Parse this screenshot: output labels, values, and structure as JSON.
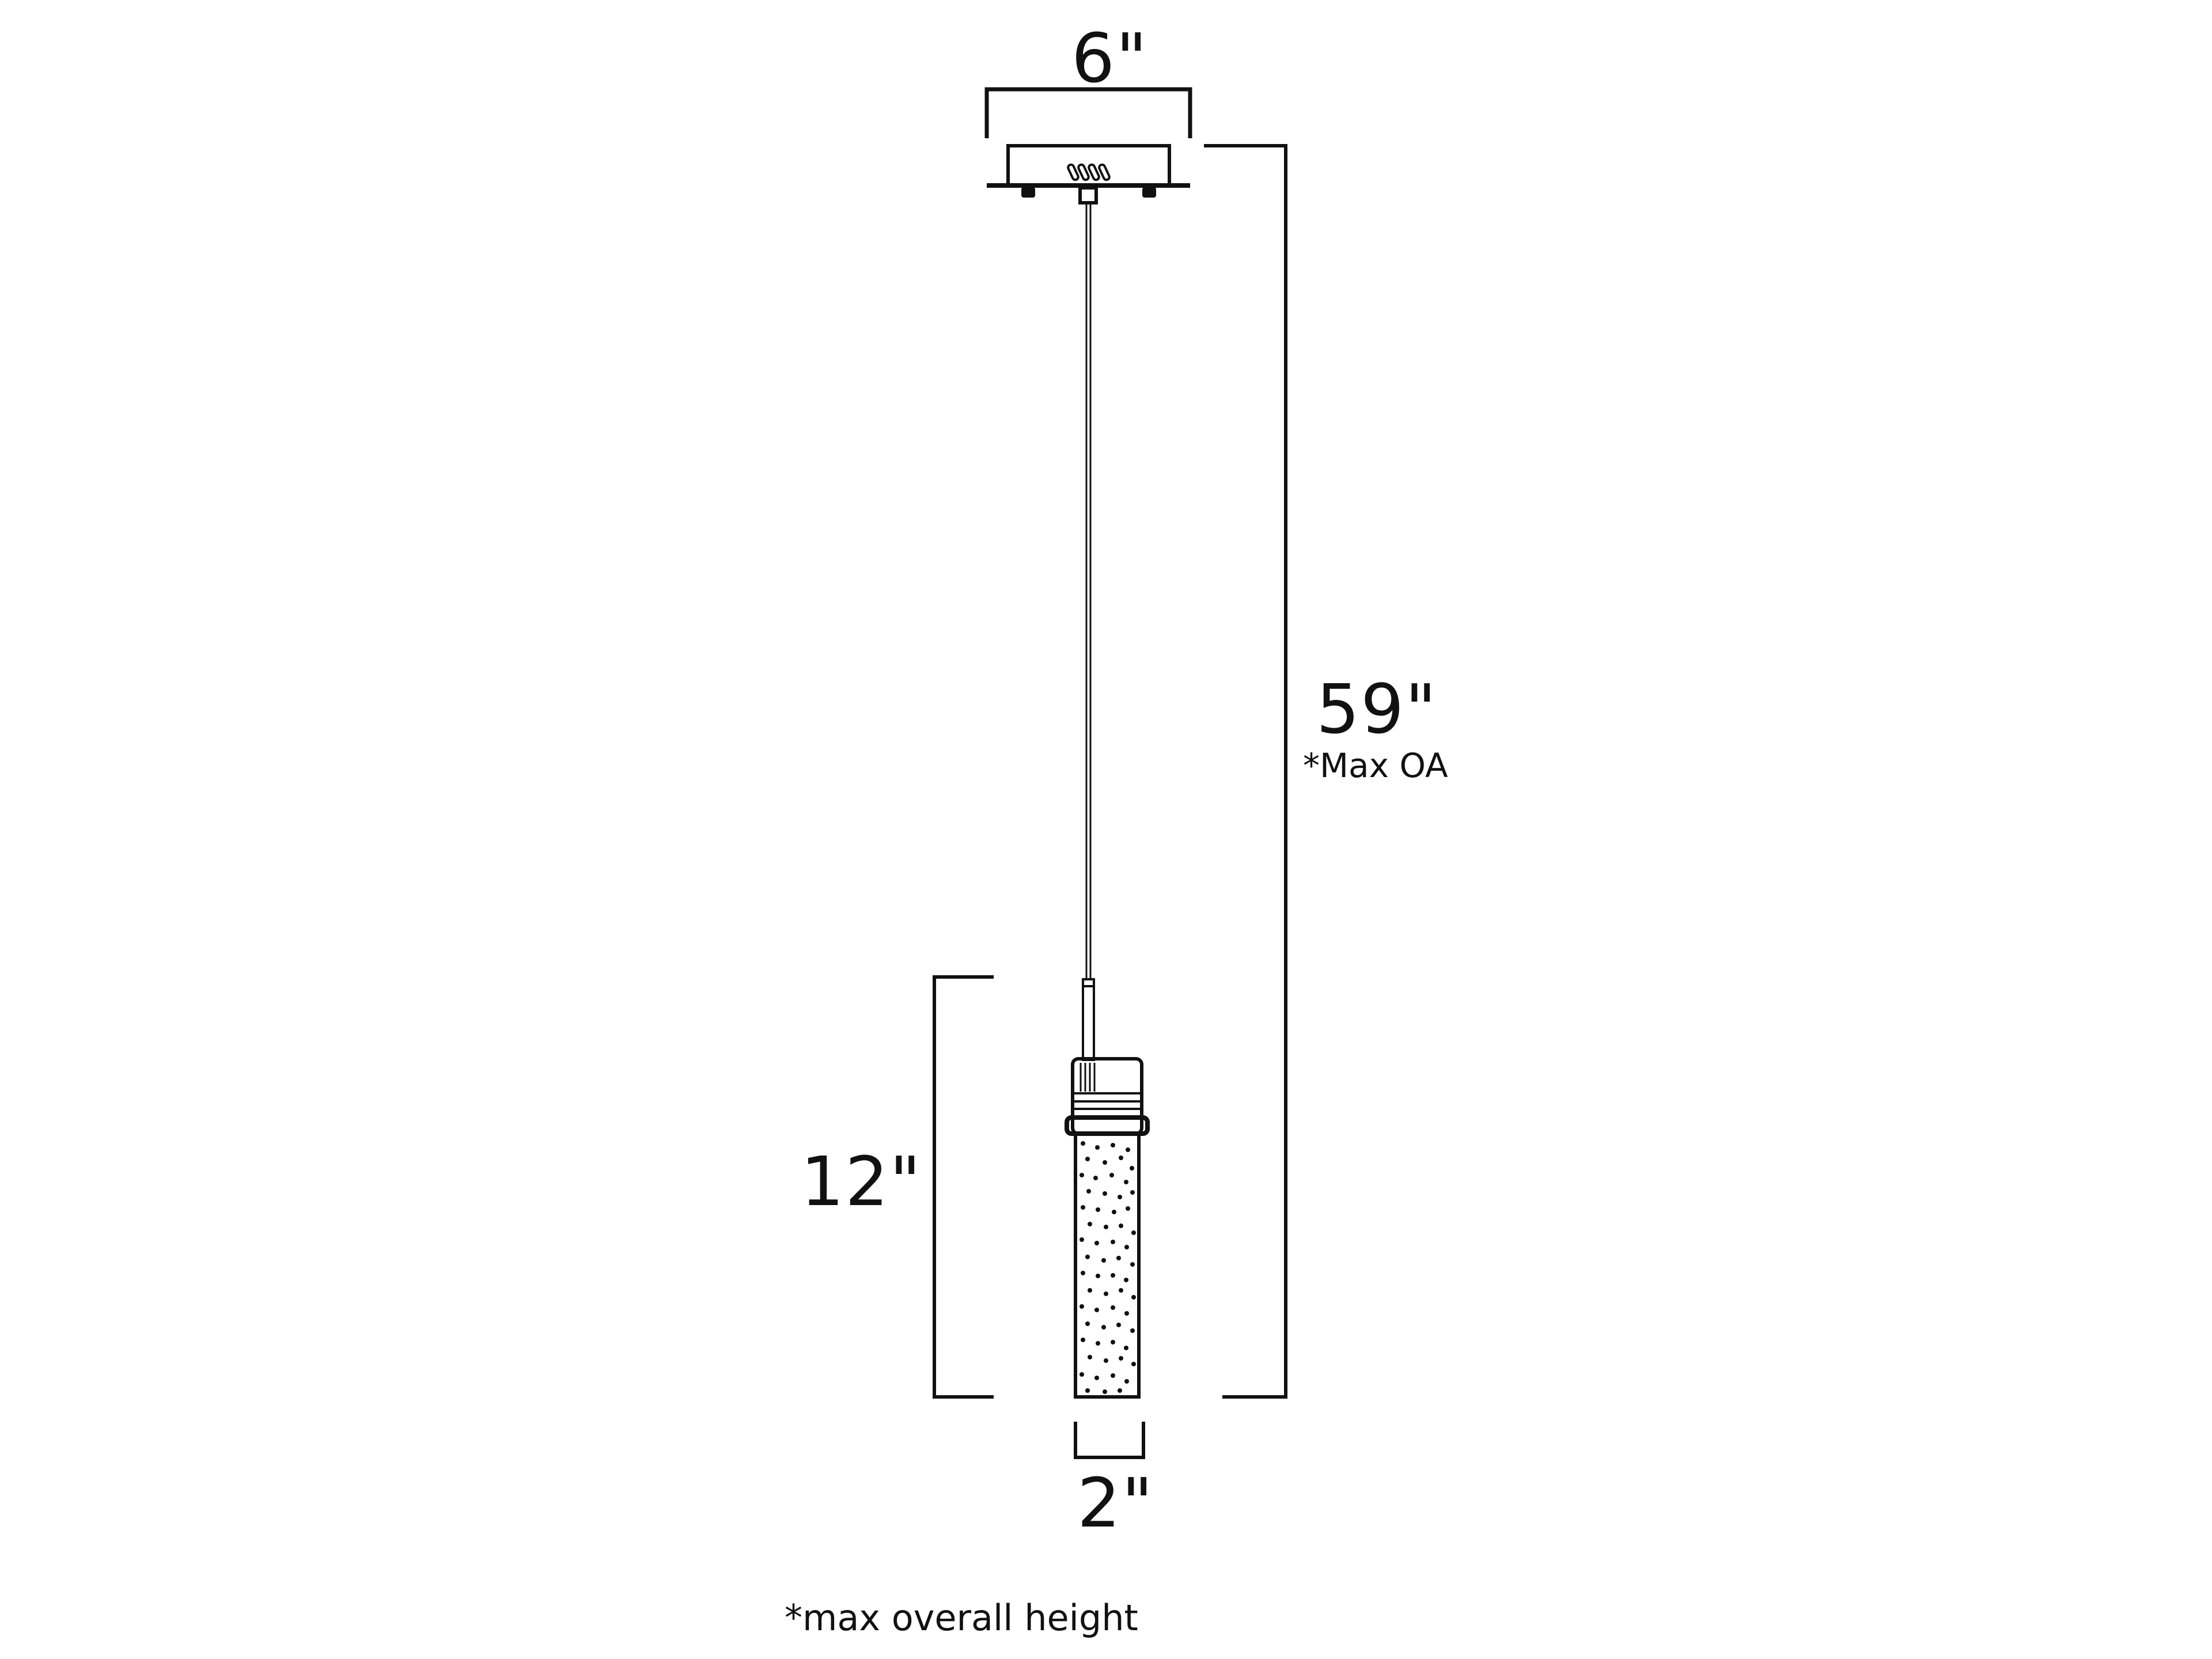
{
  "diagram": {
    "type": "pendant-light-dimension-drawing",
    "dimensions": {
      "canopy_width": "6\"",
      "overall_height": "59\"",
      "overall_height_note": "*Max OA",
      "fixture_height": "12\"",
      "fixture_width": "2\""
    },
    "footnote": "*max overall height",
    "colors": {
      "line": "#111111",
      "background": "#ffffff"
    }
  }
}
